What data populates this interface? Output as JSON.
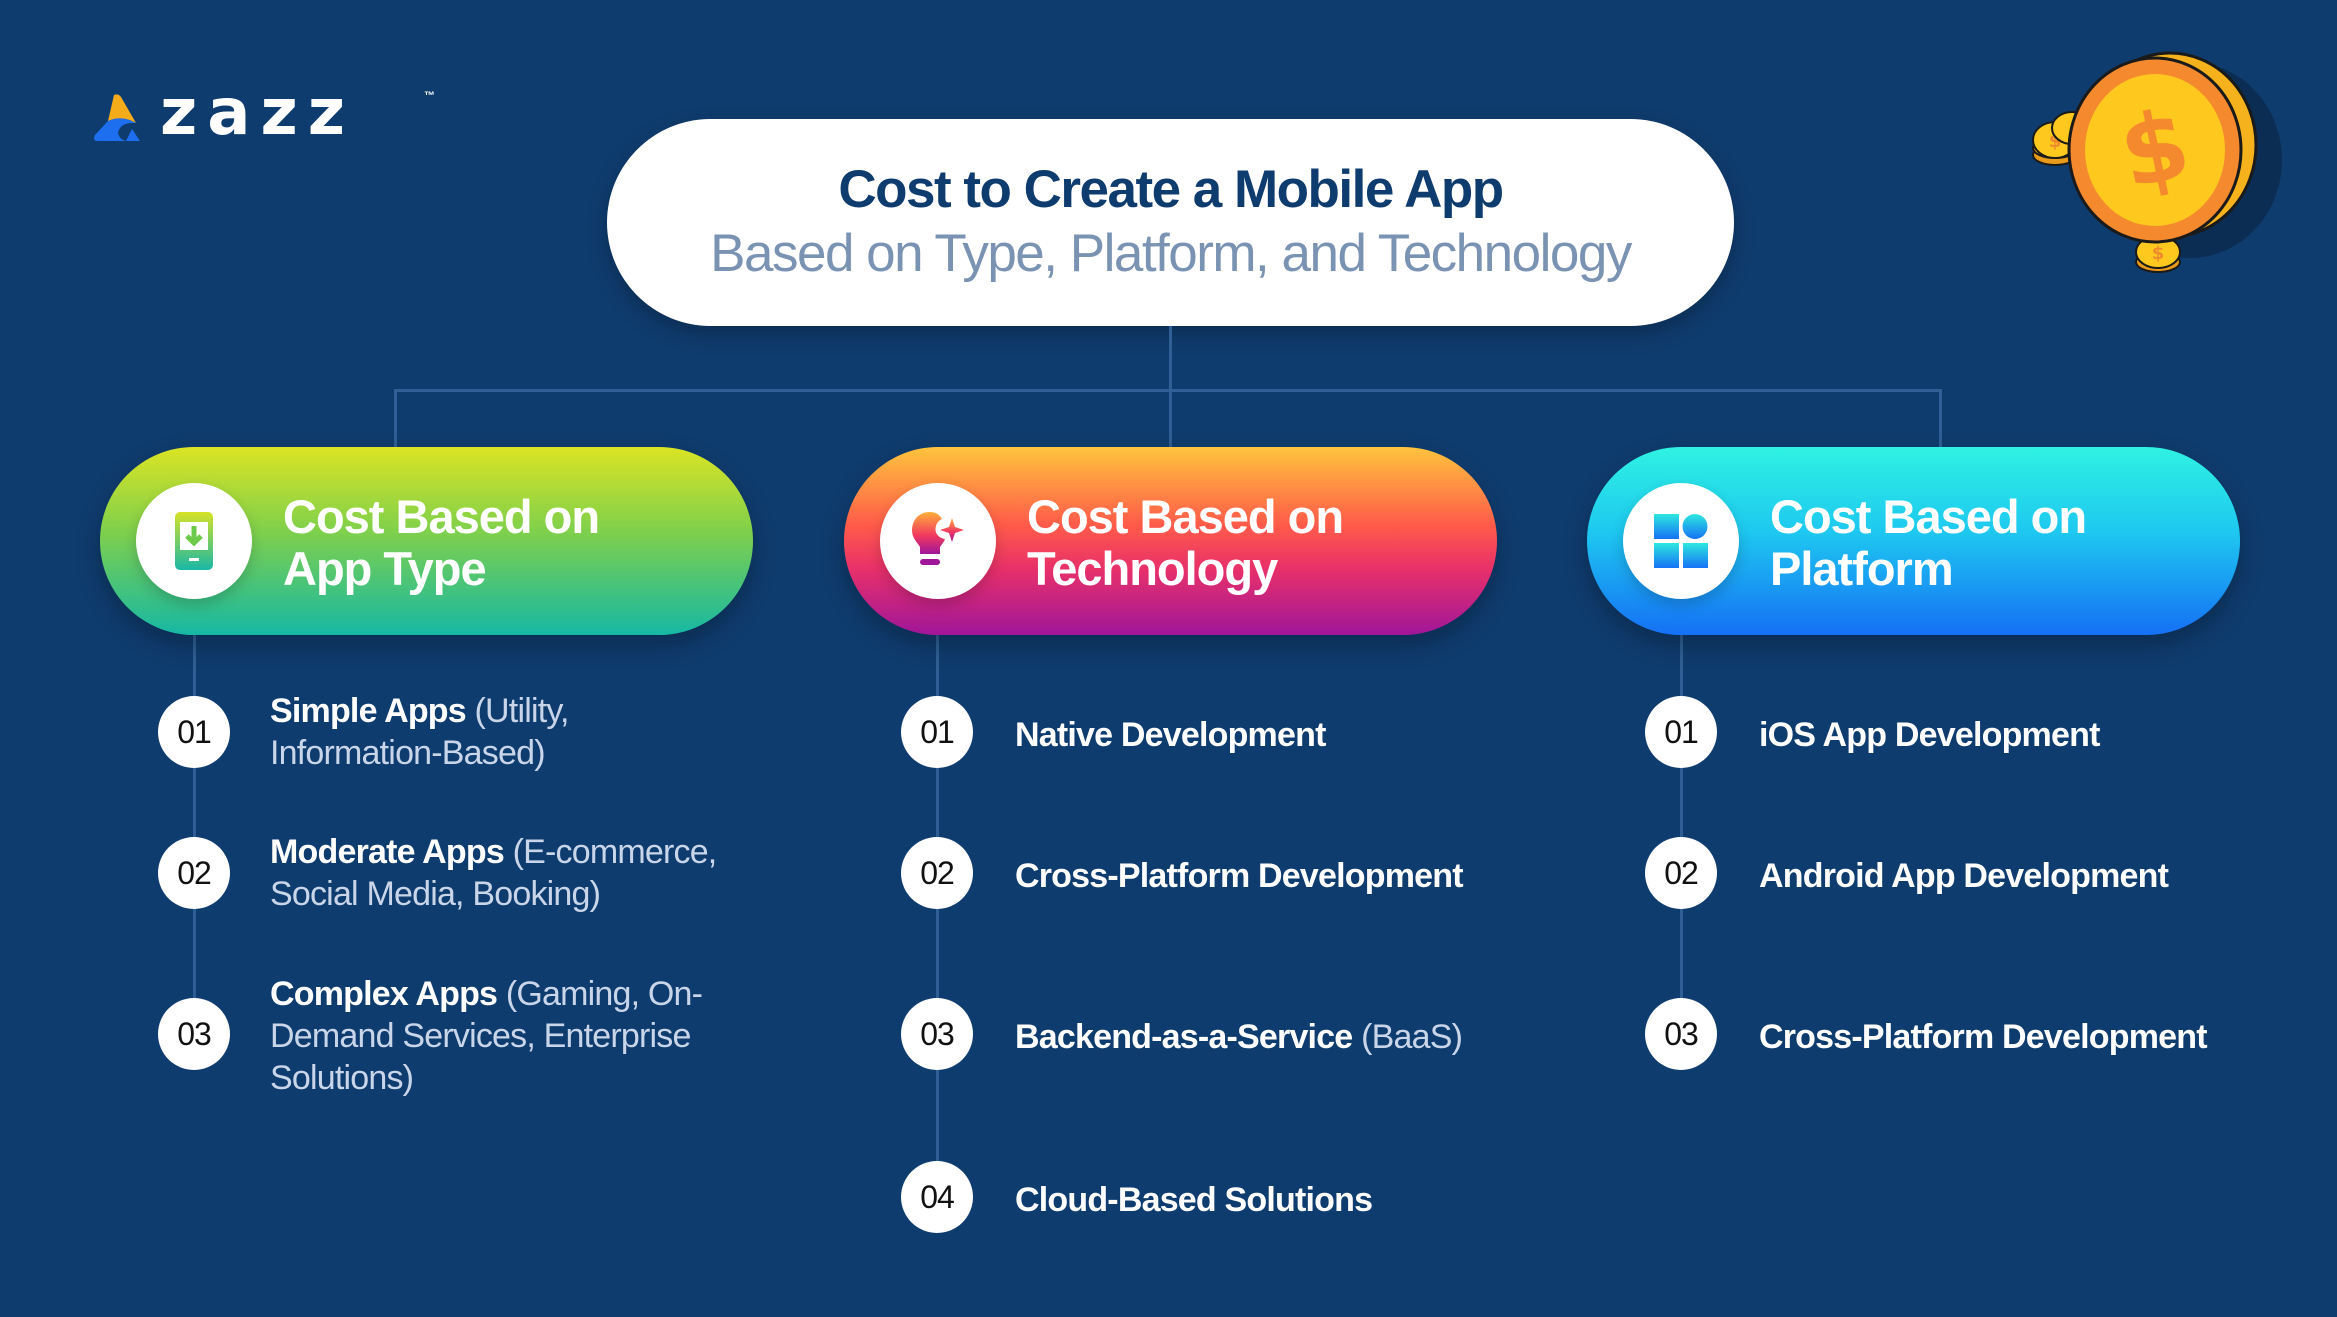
{
  "logo": {
    "text": "zazz",
    "tm": "™",
    "mark_colors": {
      "top": "#f5ac1b",
      "bottom": "#1e6ef0"
    }
  },
  "title": {
    "main": "Cost to Create a Mobile App",
    "sub": "Based on Type, Platform, and Technology"
  },
  "colors": {
    "background": "#0f3c6e",
    "connector": "#2f5f94",
    "title_main": "#0f3c6e",
    "title_sub": "#7a93b3",
    "item_detail": "#c9d6ea"
  },
  "decor": {
    "coin_icon": "dollar-coin-icon",
    "coin_symbol": "$"
  },
  "categories": [
    {
      "title_line1": "Cost Based on",
      "title_line2": "App Type",
      "icon": "phone-download-icon",
      "gradient": [
        "#dbe424",
        "#7fd04c",
        "#16b8a4"
      ],
      "items": [
        {
          "num": "01",
          "bold": "Simple Apps",
          "detail_line1": "(Utility,",
          "detail_line2": "Information-Based)"
        },
        {
          "num": "02",
          "bold": "Moderate Apps",
          "detail_line1": "(E-commerce,",
          "detail_line2": "Social Media, Booking)"
        },
        {
          "num": "03",
          "bold": "Complex Apps",
          "detail_line1": "(Gaming, On-",
          "detail_line2": "Demand Services, Enterprise",
          "detail_line3": "Solutions)"
        }
      ]
    },
    {
      "title_line1": "Cost Based on",
      "title_line2": "Technology",
      "icon": "lightbulb-sparkle-icon",
      "gradient": [
        "#ffc43d",
        "#ff5a4a",
        "#e8306a",
        "#a0169a"
      ],
      "items": [
        {
          "num": "01",
          "bold": "Native Development",
          "detail": ""
        },
        {
          "num": "02",
          "bold": "Cross-Platform Development",
          "detail": ""
        },
        {
          "num": "03",
          "bold": "Backend-as-a-Service",
          "detail": "(BaaS)"
        },
        {
          "num": "04",
          "bold": "Cloud-Based Solutions",
          "detail": ""
        }
      ]
    },
    {
      "title_line1": "Cost Based on",
      "title_line2": "Platform",
      "icon": "app-grid-icon",
      "gradient": [
        "#2ff2e2",
        "#1ec8f0",
        "#1570f5"
      ],
      "items": [
        {
          "num": "01",
          "bold": "iOS App Development",
          "detail": ""
        },
        {
          "num": "02",
          "bold": "Android App Development",
          "detail": ""
        },
        {
          "num": "03",
          "bold": "Cross-Platform Development",
          "detail": ""
        }
      ]
    }
  ]
}
